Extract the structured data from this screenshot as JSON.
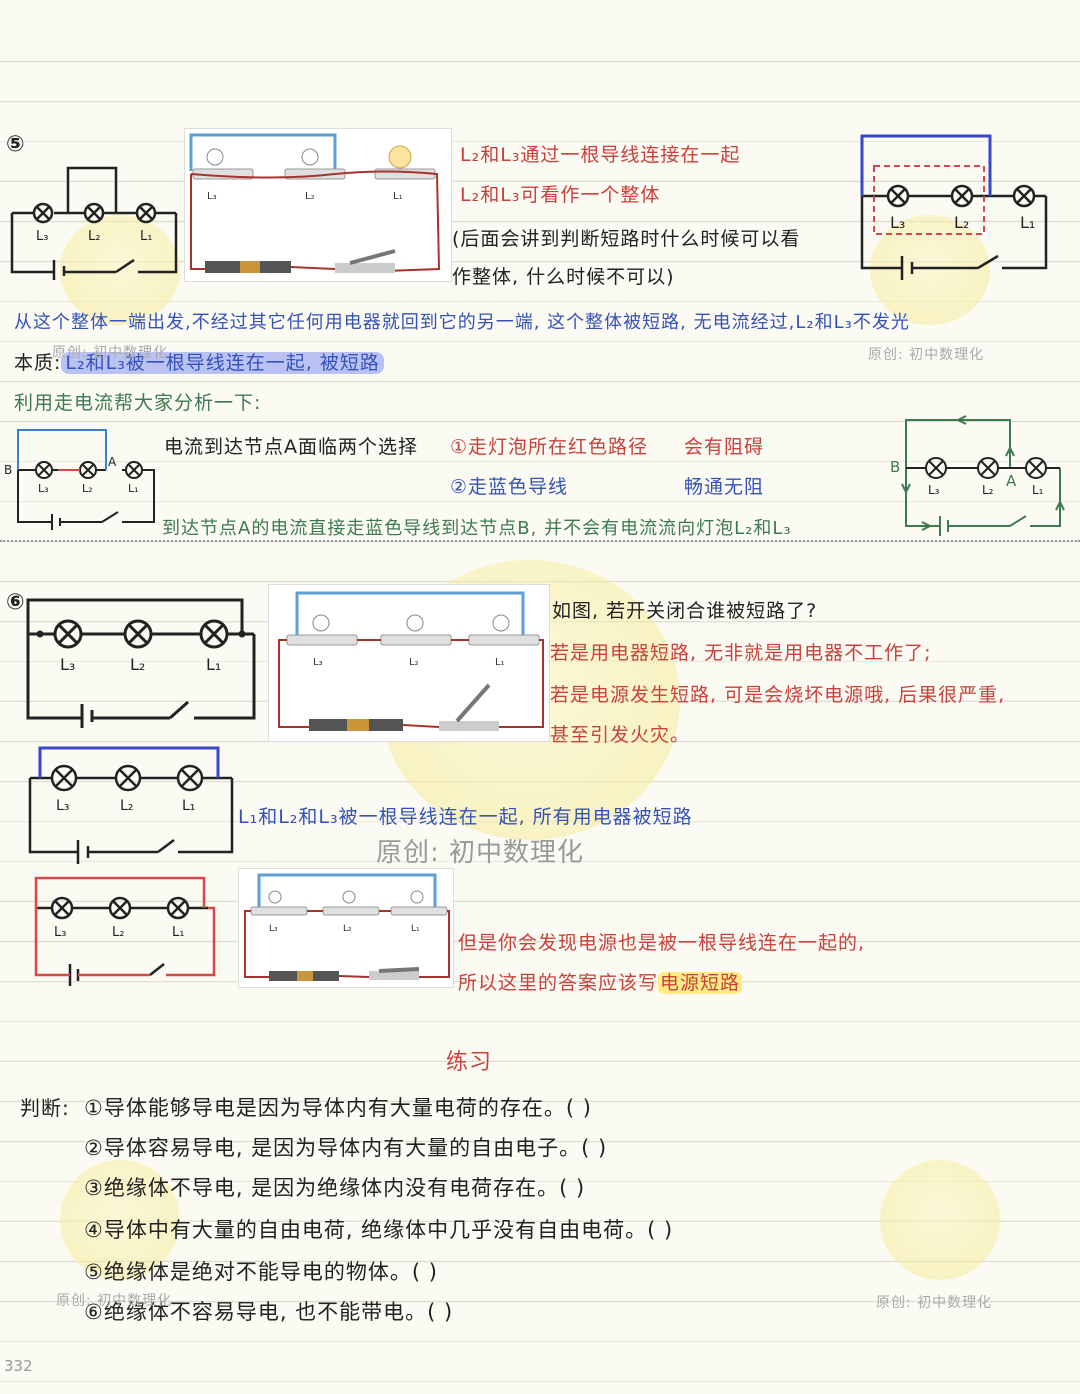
{
  "section5": {
    "number": "⑤",
    "note_line1": "L₂和L₃通过一根导线连接在一起",
    "note_line2": "L₂和L₃可看作一个整体",
    "note_line3": "(后面会讲到判断短路时什么时候可以看",
    "note_line4": "作整体, 什么时候不可以)",
    "explain": "从这个整体一端出发,不经过其它任何用电器就回到它的另一端, 这个整体被短路, 无电流经过,L₂和L₃不发光",
    "essence_prefix": "本质:",
    "essence": "L₂和L₃被一根导线连在一起, 被短路",
    "current_intro": "利用走电流帮大家分析一下:",
    "node_text": "电流到达节点A面临两个选择",
    "choice1": "①走灯泡所在红色路径",
    "choice1_result": "会有阻碍",
    "choice2": "②走蓝色导线",
    "choice2_result": "畅通无阻",
    "conclusion": "到达节点A的电流直接走蓝色导线到达节点B, 并不会有电流流向灯泡L₂和L₃"
  },
  "section6": {
    "number": "⑥",
    "question": "如图, 若开关闭合谁被短路了?",
    "line1": "若是用电器短路, 无非就是用电器不工作了;",
    "line2": "若是电源发生短路, 可是会烧坏电源哦, 后果很严重,",
    "line3": "甚至引发火灾。",
    "note_all": "L₁和L₂和L₃被一根导线连在一起, 所有用电器被短路",
    "note_source1": "但是你会发现电源也是被一根导线连在一起的,",
    "note_source2_prefix": "所以这里的答案应该写",
    "note_source2_hl": "电源短路"
  },
  "labels": {
    "L1": "L₁",
    "L2": "L₂",
    "L3": "L₃",
    "A": "A",
    "B": "B"
  },
  "watermarks": [
    "原创: 初中数理化",
    "原创: 初中数理化",
    "原创: 初中数理化",
    "原创: 初中数理化",
    "原创: 初中数理化"
  ],
  "exercise": {
    "title": "练习",
    "prefix": "判断:",
    "items": [
      "①导体能够导电是因为导体内有大量电荷的存在。( )",
      "②导体容易导电, 是因为导体内有大量的自由电子。( )",
      "③绝缘体不导电, 是因为绝缘体内没有电荷存在。( )",
      "④导体中有大量的自由电荷, 绝缘体中几乎没有自由电荷。( )",
      "⑤绝缘体是绝对不能导电的物体。( )",
      "⑥绝缘体不容易导电, 也不能带电。( )"
    ]
  },
  "page_number": "332",
  "colors": {
    "red": "#c9413b",
    "blue": "#3552b8",
    "green": "#3e7a4f",
    "highlight_blue": "#b9c2f3",
    "highlight_yellow": "#ffec86"
  }
}
